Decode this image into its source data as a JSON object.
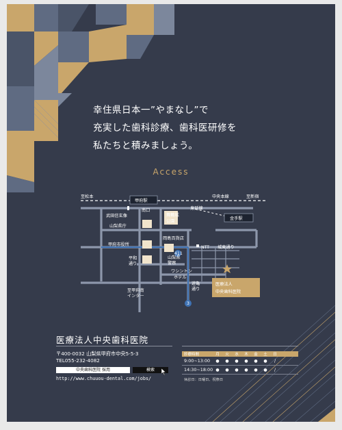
{
  "tagline": {
    "line1": "幸住県日本一”やまなし”で",
    "line2": "充実した歯科診療、歯科医研修を",
    "line3": "私たちと積みましょう。"
  },
  "access": {
    "title": "Access"
  },
  "map": {
    "station_kofu": "甲府駅",
    "station_kanate": "金手駅",
    "line_left": "至松本",
    "line_chuo": "中央本線",
    "line_right": "至新宿",
    "mibuki": "身延線",
    "minami": "南口",
    "takeda": "武田信玄像",
    "kenchou": "山梨県庁",
    "shiyakusho": "甲府市役所",
    "maizuru": "舞鶴城",
    "koen": "公園",
    "okajima": "岡島百貨店",
    "route411": "411",
    "ntt": "NTT",
    "shiromichi": "城東通り",
    "keisatsu1": "山梨県",
    "keisatsu2": "警察",
    "washington": "ワシントン",
    "hotel": "ホテル",
    "heiwa1": "平和",
    "heiwa2": "通り",
    "ic1": "至甲府南",
    "ic2": "インター",
    "yugawa1": "遊亀",
    "yugawa2": "通り",
    "route3": "3",
    "clinic1": "医療法人",
    "clinic2": "中央歯科医院"
  },
  "footer": {
    "clinic_name": "医療法人中央歯科医院",
    "postal": "〒400-0032 山梨県甲府市中央5-5-3",
    "tel": "TEL055-232-4082",
    "link_label": "中央歯科医院 採用",
    "search_label": "検索",
    "url": "http://www.chuuou-dental.com/jobs/"
  },
  "hours": {
    "header": "診療時間",
    "days": [
      "月",
      "火",
      "水",
      "木",
      "金",
      "土",
      "日"
    ],
    "rows": [
      {
        "time": "9:00~13:00",
        "marks": [
          "●",
          "●",
          "●",
          "●",
          "●",
          "●",
          "/"
        ]
      },
      {
        "time": "14:30~18:00",
        "marks": [
          "●",
          "●",
          "●",
          "●",
          "●",
          "●",
          "/"
        ]
      }
    ],
    "note": "休診日：日曜日、祝祭日"
  },
  "colors": {
    "background": "#353b4b",
    "gold": "#c9a66b",
    "slate": "#5f6b82"
  }
}
